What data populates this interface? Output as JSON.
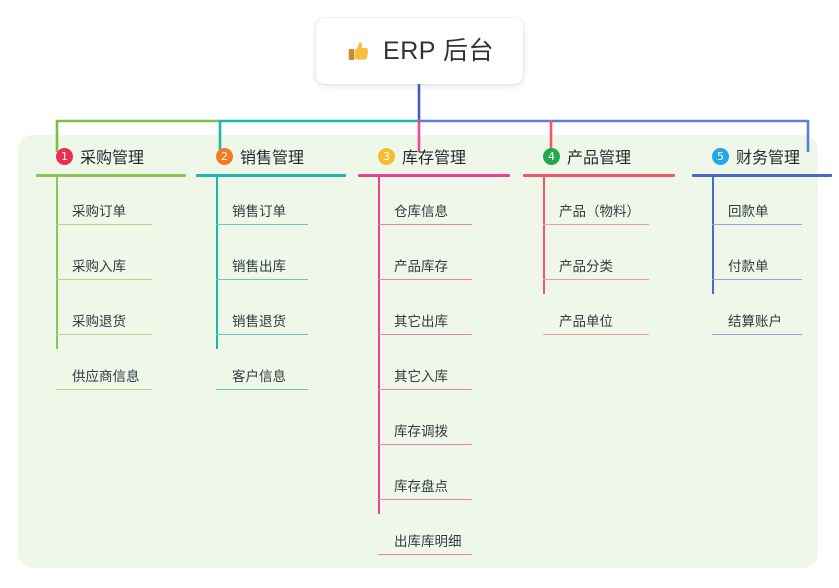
{
  "root": {
    "icon": "thumbs-up-icon",
    "title": "ERP 后台"
  },
  "colors": {
    "panel_bg": "#EEF7E8",
    "page_bg": "#FFFFFF",
    "text": "#262B2F",
    "connector_green": "#7AC143",
    "connector_teal": "#1FB5AC",
    "connector_blue": "#4A5AC4",
    "connector_pink": "#EC4899",
    "connector_red": "#F4566B",
    "branch_blue": "#5B7FD4"
  },
  "columns": [
    {
      "index": "1",
      "title": "采购管理",
      "badge_color": "#E8314F",
      "line_color": "#8DC455",
      "leaf_line_color": "#AFD787",
      "items": [
        {
          "label": "采购订单"
        },
        {
          "label": "采购入库"
        },
        {
          "label": "采购退货"
        },
        {
          "label": "供应商信息"
        }
      ]
    },
    {
      "index": "2",
      "title": "销售管理",
      "badge_color": "#F47B20",
      "line_color": "#1FB5AC",
      "leaf_line_color": "#5FC9C2",
      "items": [
        {
          "label": "销售订单"
        },
        {
          "label": "销售出库"
        },
        {
          "label": "销售退货"
        },
        {
          "label": "客户信息"
        }
      ]
    },
    {
      "index": "3",
      "title": "库存管理",
      "badge_color": "#F6BE2C",
      "line_color": "#EC3F96",
      "leaf_line_color": "#F07EB5",
      "items": [
        {
          "label": "仓库信息"
        },
        {
          "label": "产品库存"
        },
        {
          "label": "其它出库"
        },
        {
          "label": "其它入库"
        },
        {
          "label": "库存调拨"
        },
        {
          "label": "库存盘点"
        },
        {
          "label": "出库库明细"
        }
      ]
    },
    {
      "index": "4",
      "title": "产品管理",
      "badge_color": "#23A94B",
      "line_color": "#F4566B",
      "leaf_line_color": "#F79AA4",
      "items": [
        {
          "label": "产品（物料）"
        },
        {
          "label": "产品分类"
        },
        {
          "label": "产品单位"
        }
      ]
    },
    {
      "index": "5",
      "title": "财务管理",
      "badge_color": "#22A7E8",
      "line_color": "#4A68C8",
      "leaf_line_color": "#8FA5DC",
      "items": [
        {
          "label": "回款单"
        },
        {
          "label": "付款单"
        },
        {
          "label": "结算账户"
        }
      ]
    }
  ]
}
